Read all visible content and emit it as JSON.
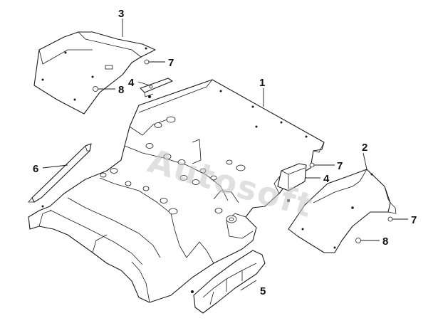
{
  "diagram": {
    "watermark_text": "Autosoft",
    "callouts": {
      "c1": "1",
      "c2": "2",
      "c3": "3",
      "c4a": "4",
      "c4b": "4",
      "c5": "5",
      "c6": "6",
      "c7a": "7",
      "c7b": "7",
      "c7c": "7",
      "c8a": "8",
      "c8b": "8"
    }
  }
}
